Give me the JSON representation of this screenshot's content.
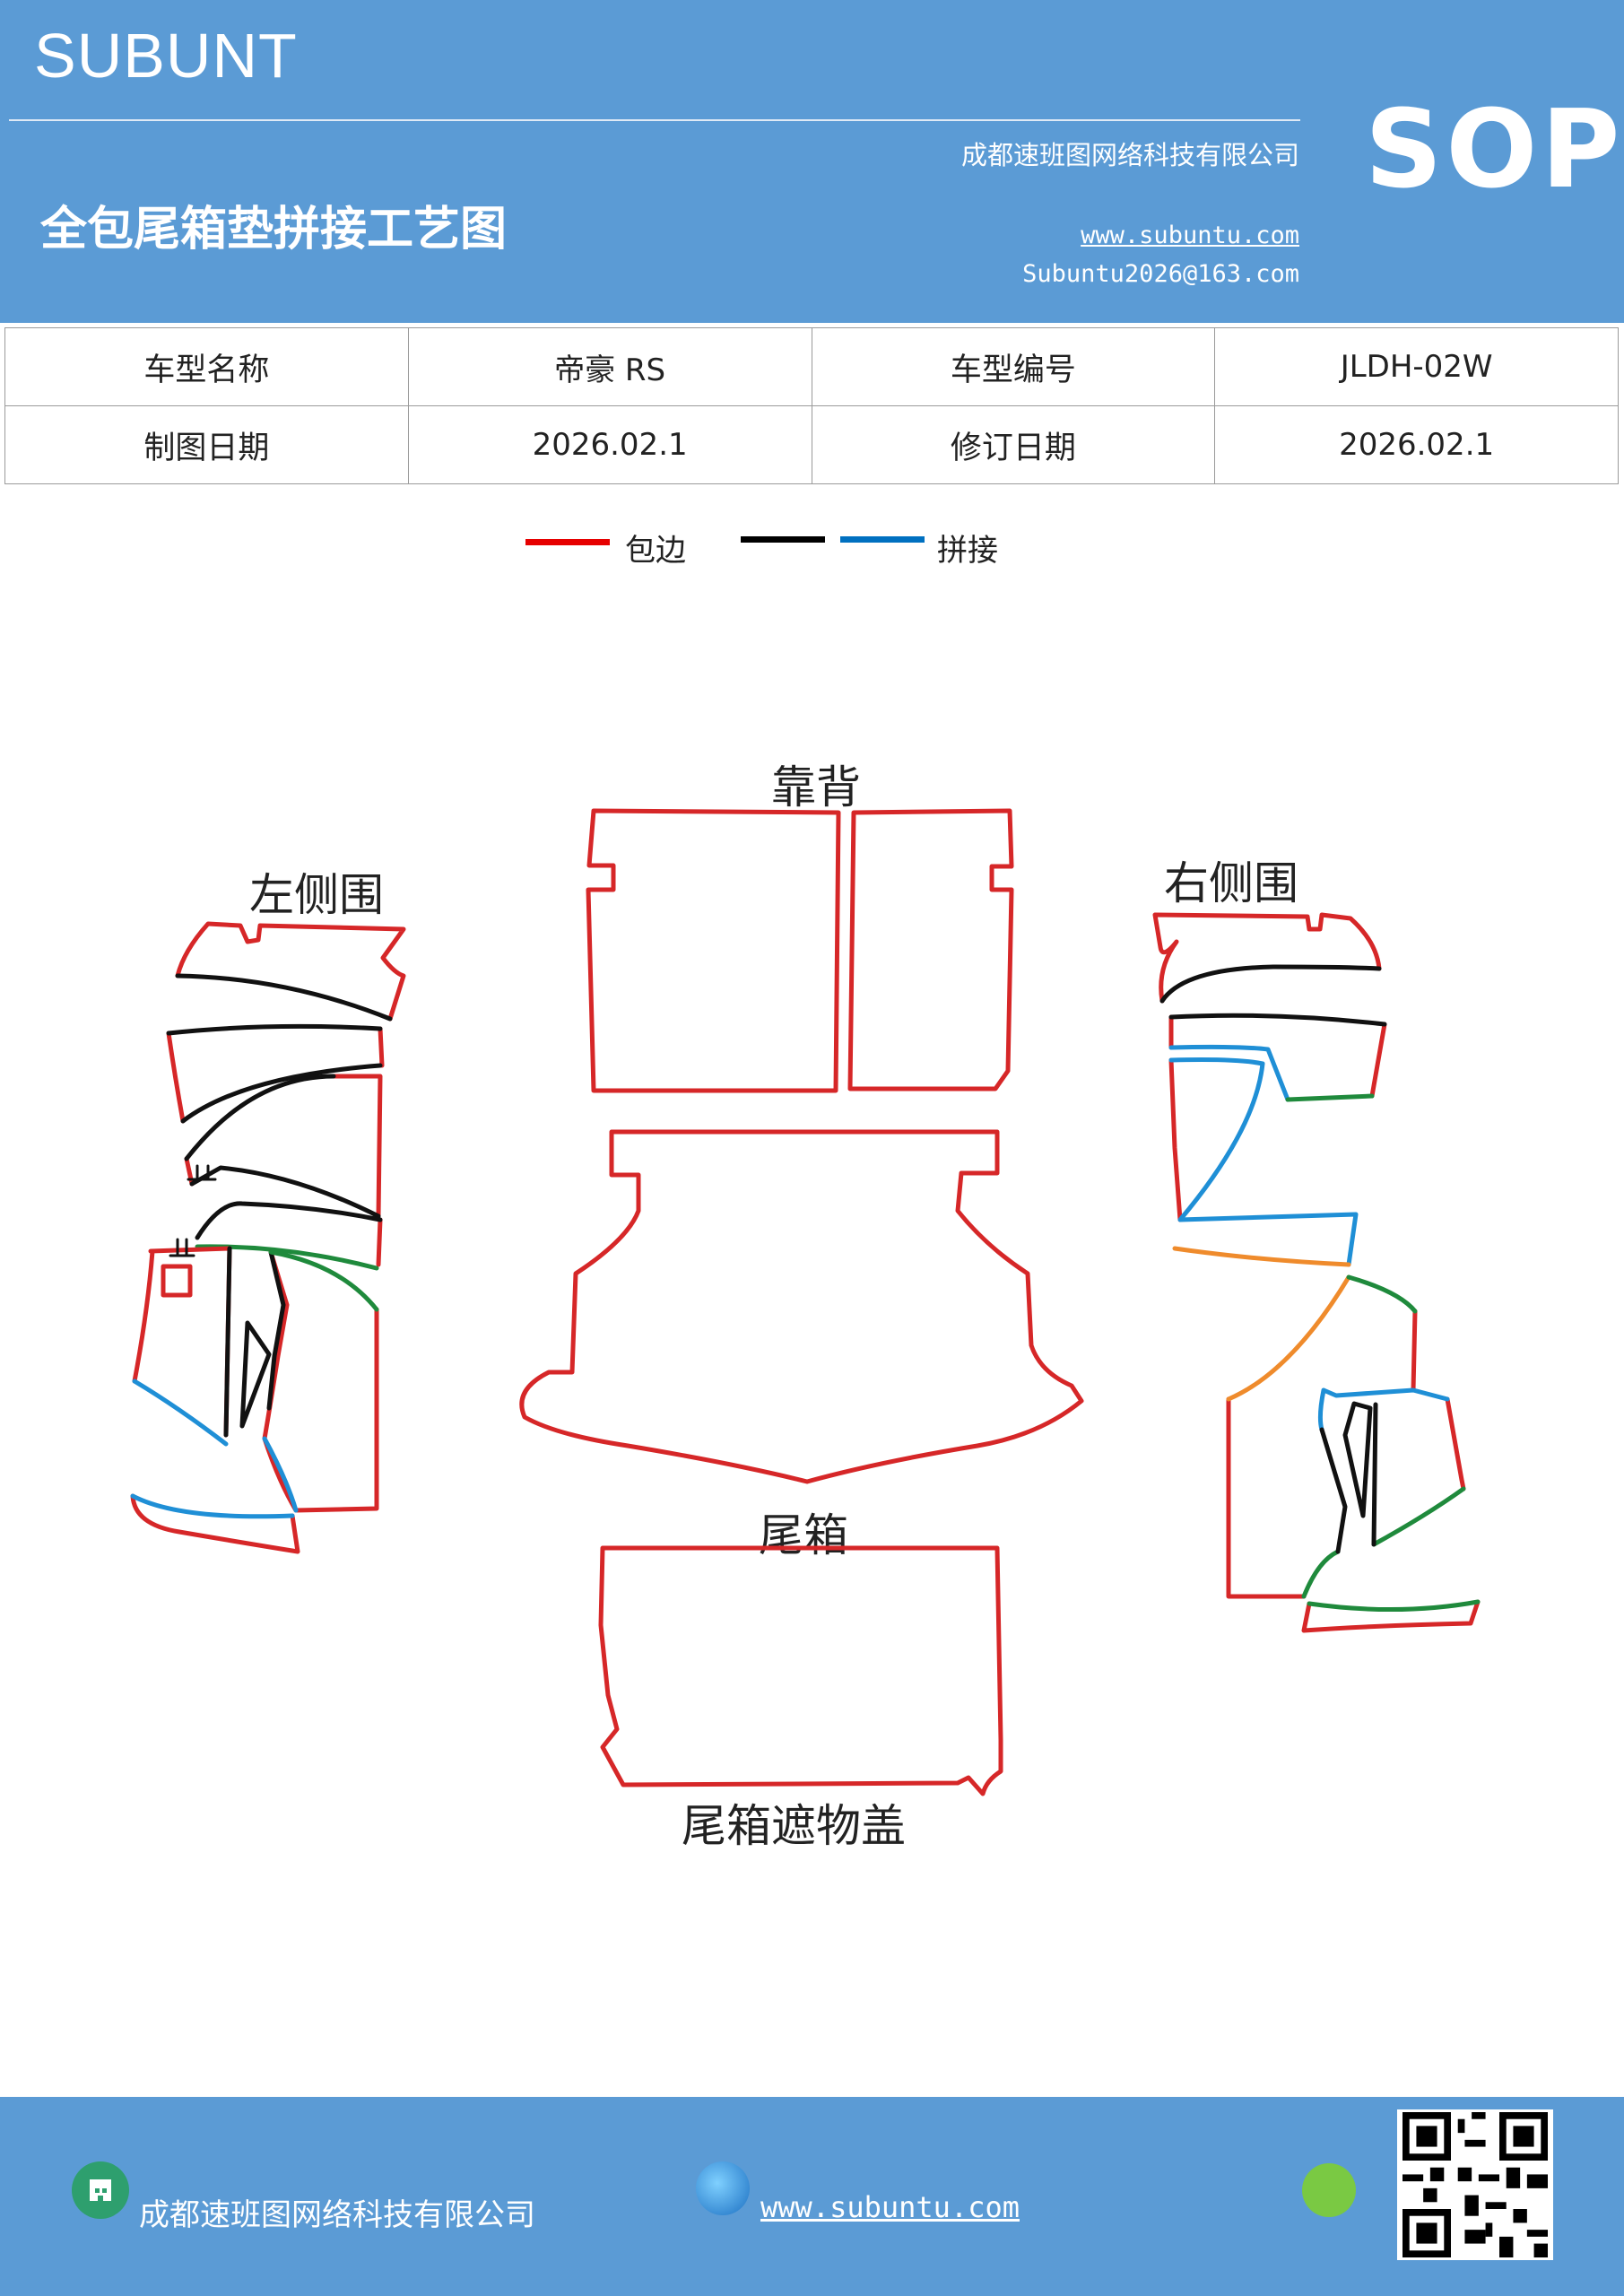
{
  "header": {
    "brand": "SUBUNT",
    "company": "成都速班图网络科技有限公司",
    "title": "全包尾箱垫拼接工艺图",
    "website": "www.subuntu.com",
    "email": "Subuntu2026@163.com",
    "badge": "SOP"
  },
  "info_table": {
    "rows": [
      [
        "车型名称",
        "帝豪 RS",
        "车型编号",
        "JLDH-02W"
      ],
      [
        "制图日期",
        "2026.02.1",
        "修订日期",
        "2026.02.1"
      ]
    ]
  },
  "legend": {
    "edge_label": "包边",
    "joint_label": "拼接",
    "colors": {
      "edge": "#e60000",
      "black": "#000000",
      "joint": "#0070c0"
    }
  },
  "parts": {
    "backrest": "靠背",
    "left_side": "左侧围",
    "right_side": "右侧围",
    "trunk": "尾箱",
    "cover": "尾箱遮物盖"
  },
  "colors": {
    "header_bg": "#5b9bd5",
    "red": "#d62728",
    "black": "#111111",
    "blue": "#1f8fd6",
    "green": "#1f8a3c",
    "orange": "#ef8b2c"
  },
  "footer": {
    "company": "成都速班图网络科技有限公司",
    "website": "www.subuntu.com",
    "icons": [
      "building-icon",
      "globe-icon",
      "wechat-icon",
      "qr-code"
    ]
  }
}
